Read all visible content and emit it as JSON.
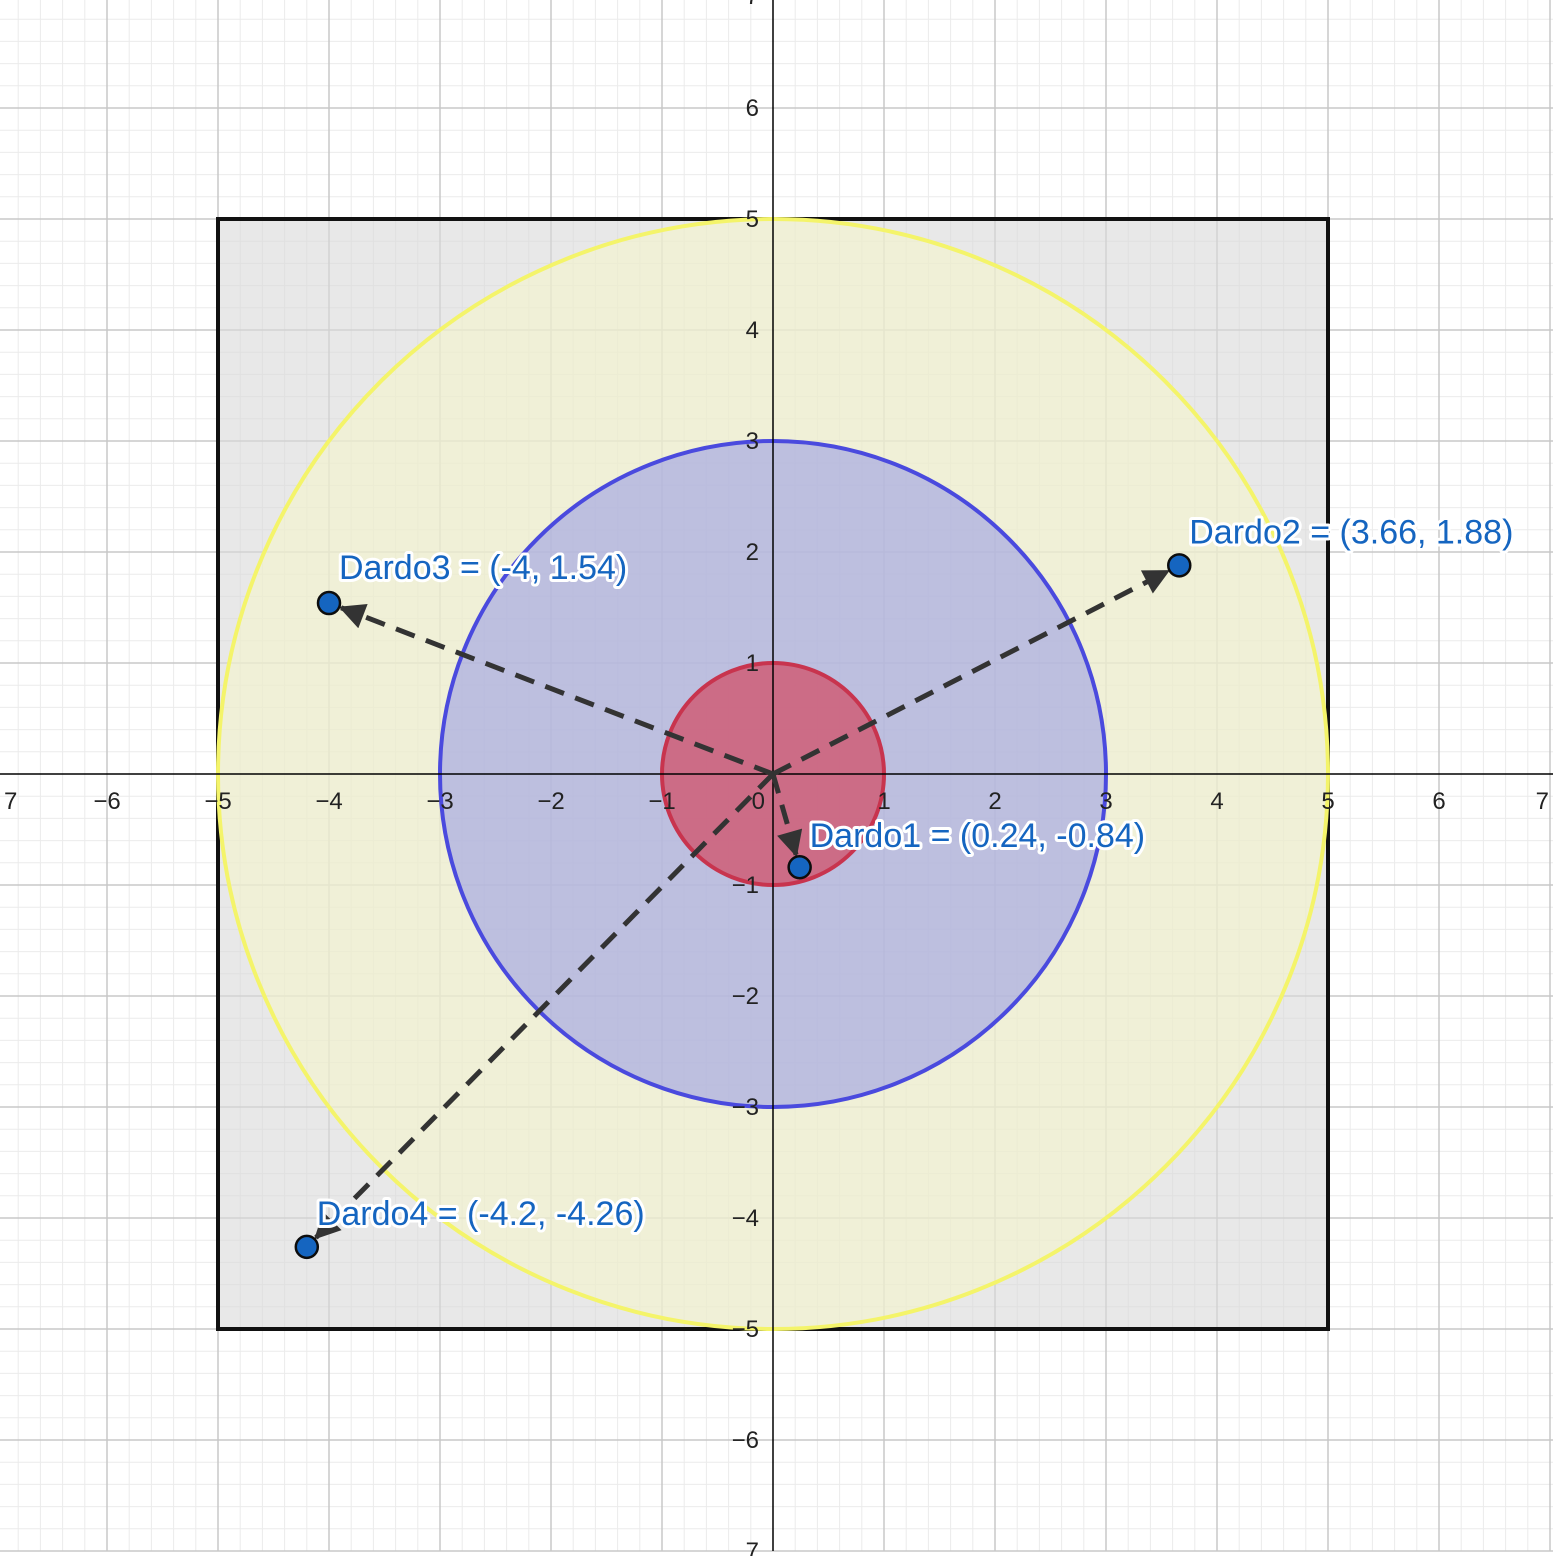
{
  "graph": {
    "x_range": [
      -7,
      7
    ],
    "y_range": [
      -7,
      7
    ],
    "grid": true,
    "minor_grid_per_unit": 5,
    "x_tick_labels": [
      "7",
      "−6",
      "−5",
      "−4",
      "−3",
      "−2",
      "−1",
      "0",
      "1",
      "2",
      "3",
      "4",
      "5",
      "6",
      "7"
    ],
    "y_tick_labels": [
      "7",
      "6",
      "5",
      "4",
      "3",
      "2",
      "1",
      "−1",
      "−2",
      "−3",
      "−4",
      "−5",
      "−6",
      "7"
    ],
    "colors": {
      "axis": "#000000",
      "major_grid": "#c8c8c8",
      "minor_grid": "#ebebeb",
      "point_fill": "#1565c0",
      "label": "#1565c0",
      "vector": "#333333"
    }
  },
  "shapes": {
    "square": {
      "x_min": -5,
      "x_max": 5,
      "y_min": -5,
      "y_max": 5,
      "fill": "#d9d9d9",
      "fill_opacity": 0.6,
      "stroke": "#111111"
    },
    "circles": [
      {
        "cx": 0,
        "cy": 0,
        "r": 5,
        "fill": "#f5f5c8",
        "fill_opacity": 0.55,
        "stroke": "#f4f46a"
      },
      {
        "cx": 0,
        "cy": 0,
        "r": 3,
        "fill": "#8a8ee8",
        "fill_opacity": 0.5,
        "stroke": "#4a4ade"
      },
      {
        "cx": 0,
        "cy": 0,
        "r": 1,
        "fill": "#d25068",
        "fill_opacity": 0.75,
        "stroke": "#c8344e"
      }
    ]
  },
  "points": [
    {
      "name": "Dardo1",
      "x": 0.24,
      "y": -0.84,
      "label": "Dardo1 = (0.24, -0.84)"
    },
    {
      "name": "Dardo2",
      "x": 3.66,
      "y": 1.88,
      "label": "Dardo2 = (3.66, 1.88)"
    },
    {
      "name": "Dardo3",
      "x": -4,
      "y": 1.54,
      "label": "Dardo3 = (-4, 1.54)"
    },
    {
      "name": "Dardo4",
      "x": -4.2,
      "y": -4.26,
      "label": "Dardo4 = (-4.2, -4.26)"
    }
  ]
}
